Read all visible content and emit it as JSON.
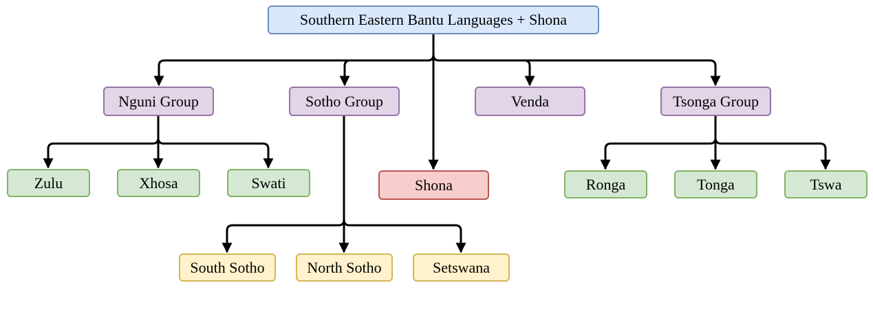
{
  "nodes": {
    "root": "Southern Eastern Bantu Languages + Shona",
    "nguni": "Nguni Group",
    "sotho": "Sotho Group",
    "venda": "Venda",
    "tsonga": "Tsonga Group",
    "zulu": "Zulu",
    "xhosa": "Xhosa",
    "swati": "Swati",
    "shona": "Shona",
    "ronga": "Ronga",
    "tonga": "Tonga",
    "tswa": "Tswa",
    "south_sotho": "South Sotho",
    "north_sotho": "North Sotho",
    "setswana": "Setswana"
  },
  "colors": {
    "root_fill": "#dae8fc",
    "root_border": "#6c8ebf",
    "group_fill": "#e1d5e7",
    "group_border": "#9673a6",
    "leaf_fill": "#d5e8d4",
    "leaf_border": "#82b366",
    "sotho_fill": "#fff2cc",
    "sotho_border": "#d6b656",
    "shona_fill": "#f8cecc",
    "shona_border": "#b85450",
    "edge": "#000000"
  }
}
